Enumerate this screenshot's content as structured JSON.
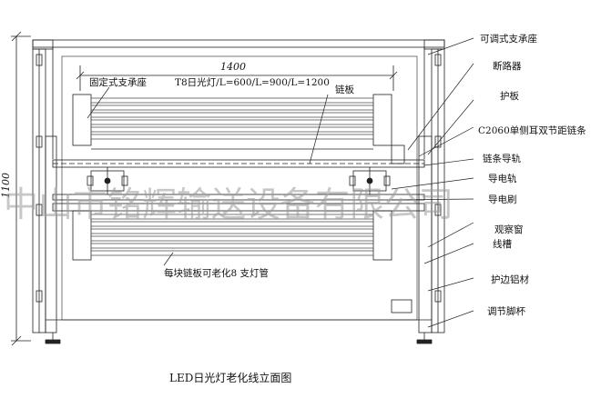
{
  "title": "LED日光灯老化线立面图",
  "dimensions": {
    "width": "1400",
    "height": "1100"
  },
  "labels": {
    "fixed_support": "固定式支承座",
    "tube_spec": "T8日光灯/L=600/L=900/L=1200",
    "chain_plate": "链板",
    "adjustable_support": "可调式支承座",
    "breaker": "断路器",
    "guard_plate": "护板",
    "chain": "C2060单侧耳双节距链条",
    "chain_rail": "链条导轨",
    "conductive_rail": "导电轨",
    "brush": "导电刷",
    "window": "观察窗",
    "wire_duct": "线槽",
    "edge_profile": "护边铝材",
    "foot_cup": "调节脚杯",
    "per_plate_note": "每块链板可老化8 支灯管"
  },
  "watermark": "中山市铭辉输送设备有限公司",
  "colors": {
    "line": "#222222",
    "tube": "#555555",
    "watermark": "#9a9a9a"
  }
}
